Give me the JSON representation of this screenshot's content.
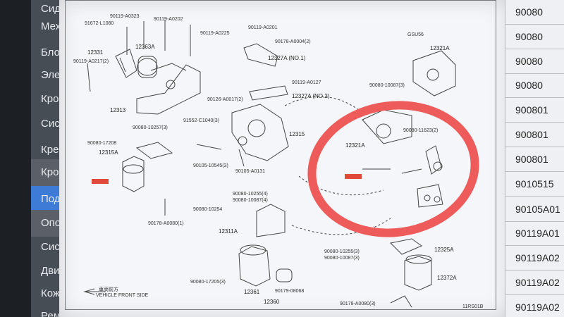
{
  "sidebar": {
    "items": [
      {
        "label": "Сиденья"
      },
      {
        "label": "Мехатро"
      },
      {
        "label": "Блоки"
      },
      {
        "label": "Электро"
      },
      {
        "label": "Кронштейны"
      },
      {
        "label": "Система"
      },
      {
        "label": "Крепления"
      },
      {
        "label": "Кронштейн"
      },
      {
        "label": "Подушки"
      },
      {
        "label": "Опоры"
      },
      {
        "label": "Система"
      },
      {
        "label": "Двигатель"
      },
      {
        "label": "Кожухи"
      },
      {
        "label": "Ремни"
      }
    ]
  },
  "diagram": {
    "labels": [
      "91672-L1080",
      "90119-A0323",
      "90119-A0202",
      "90119-A0225",
      "90119-A0201",
      "90178-A0004(2)",
      "12331",
      "12363A",
      "90119-A0217(2)",
      "12327A (NO.1)",
      "90119-A0127",
      "12327A (NO.2)",
      "12313",
      "90126-A0017(2)",
      "91552-C1040(3)",
      "12315",
      "90080-10257(3)",
      "90080-17208",
      "12315A",
      "90105-10545(3)",
      "90105-A0131",
      "90080-10254",
      "90080-10255(4)",
      "90080-10087(4)",
      "12311A",
      "90178-A0080(1)",
      "90080-17205(3)",
      "12361",
      "90179-08068",
      "12360",
      "GSU56",
      "12321A",
      "90080-10087(3)",
      "90080-11623(2)",
      "12321A",
      "90080-10255(3)",
      "90080-10087(3)",
      "12325A",
      "12372A",
      "90178-A0080(3)",
      "VEHICLE FRONT SIDE",
      "11RS01B"
    ],
    "front_note": "車両前方"
  },
  "table": {
    "cells": [
      "90080",
      "90080",
      "90080",
      "90080",
      "900801",
      "900801",
      "900801",
      "9010515",
      "90105A01",
      "90119A01",
      "90119A02",
      "90119A02",
      "90119A02"
    ]
  }
}
